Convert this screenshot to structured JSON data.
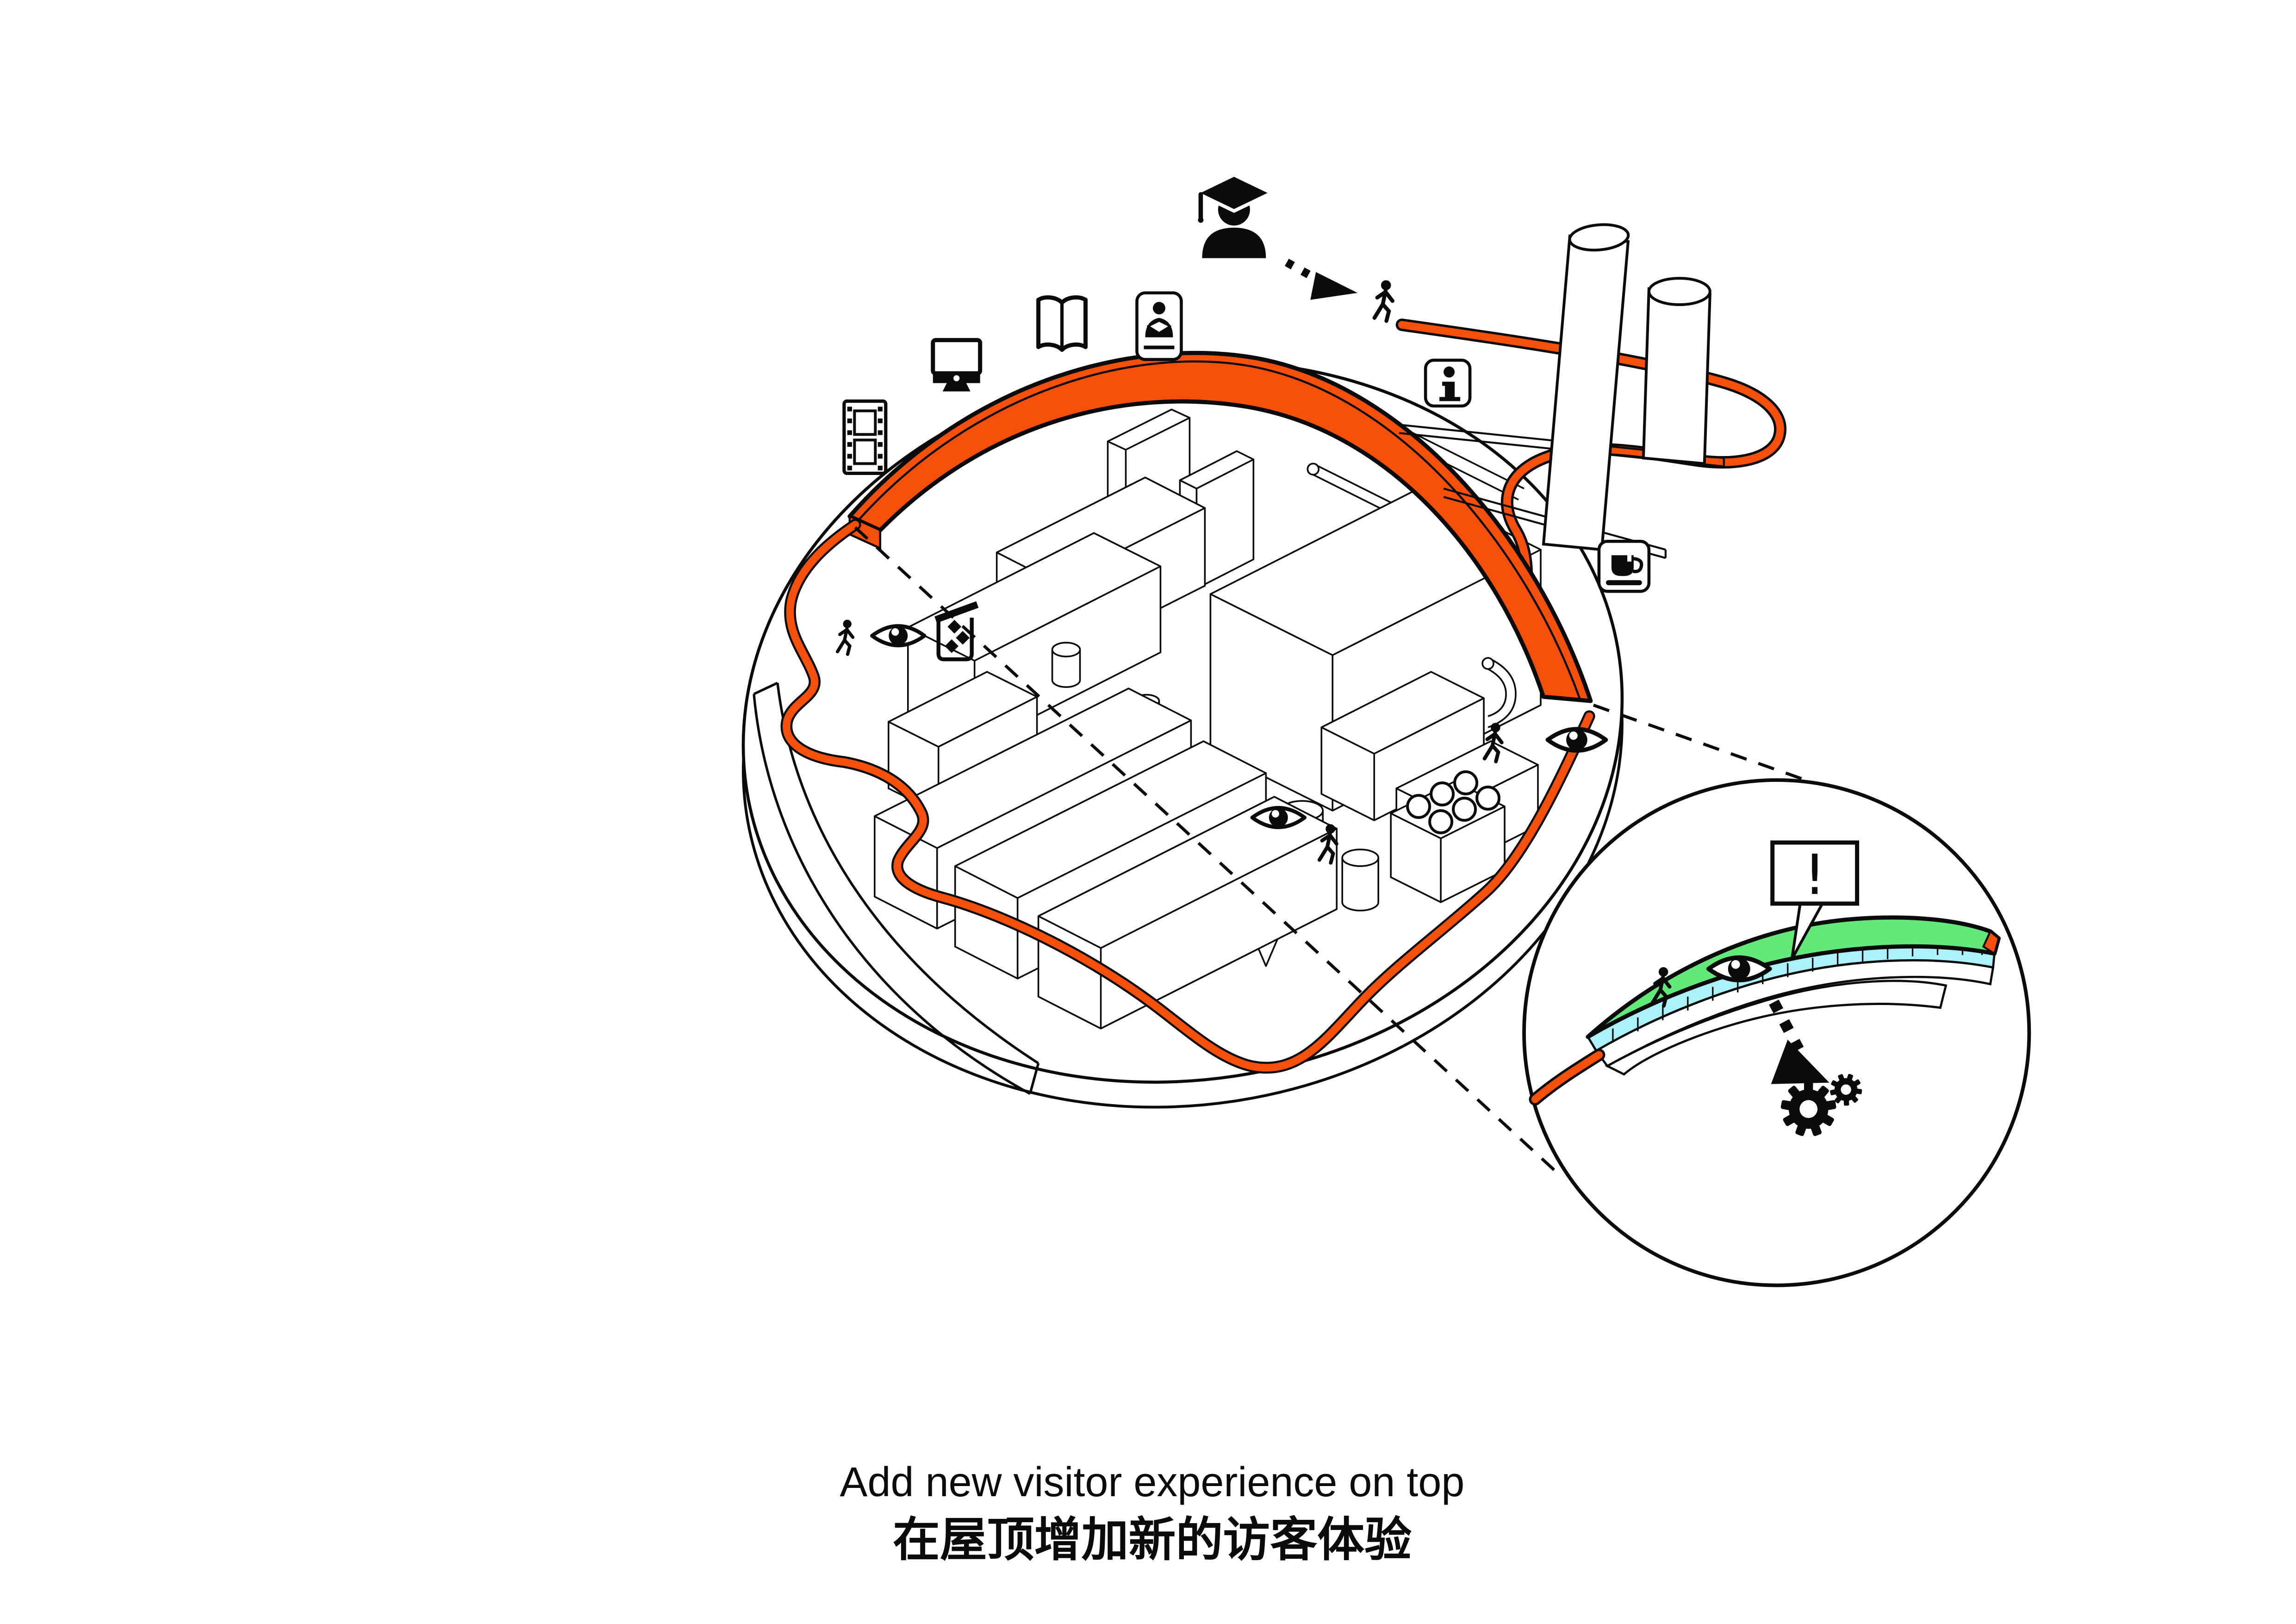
{
  "page": {
    "background": "#FFFFFF"
  },
  "colors": {
    "accent_orange": "#F4500C",
    "roof_green": "#63E97A",
    "glazing_cyan": "#ABF1F8",
    "ink": "#0B0B0B"
  },
  "caption": {
    "en": "Add new visitor experience on top",
    "zh": "在屋顶增加新的访客体验"
  },
  "callout": {
    "alert_symbol": "!",
    "icons": [
      "walking-person",
      "eye-view",
      "alert-box",
      "process-gears"
    ]
  },
  "main_diagram": {
    "program_icons": [
      "film-strip",
      "computer-monitor",
      "open-book",
      "storytelling-session",
      "graduate-visitor",
      "entrance-route-arrow",
      "walking-person",
      "information-point",
      "cafe"
    ],
    "experience_icons": [
      "walking-person",
      "eye-view",
      "recycling-bin",
      "eye-view",
      "walking-person",
      "eye-view",
      "walking-person"
    ],
    "structures": [
      "process-plant",
      "visitor-roof-ribbon",
      "chimney-stacks",
      "circular-platform",
      "barrel-stack"
    ]
  }
}
